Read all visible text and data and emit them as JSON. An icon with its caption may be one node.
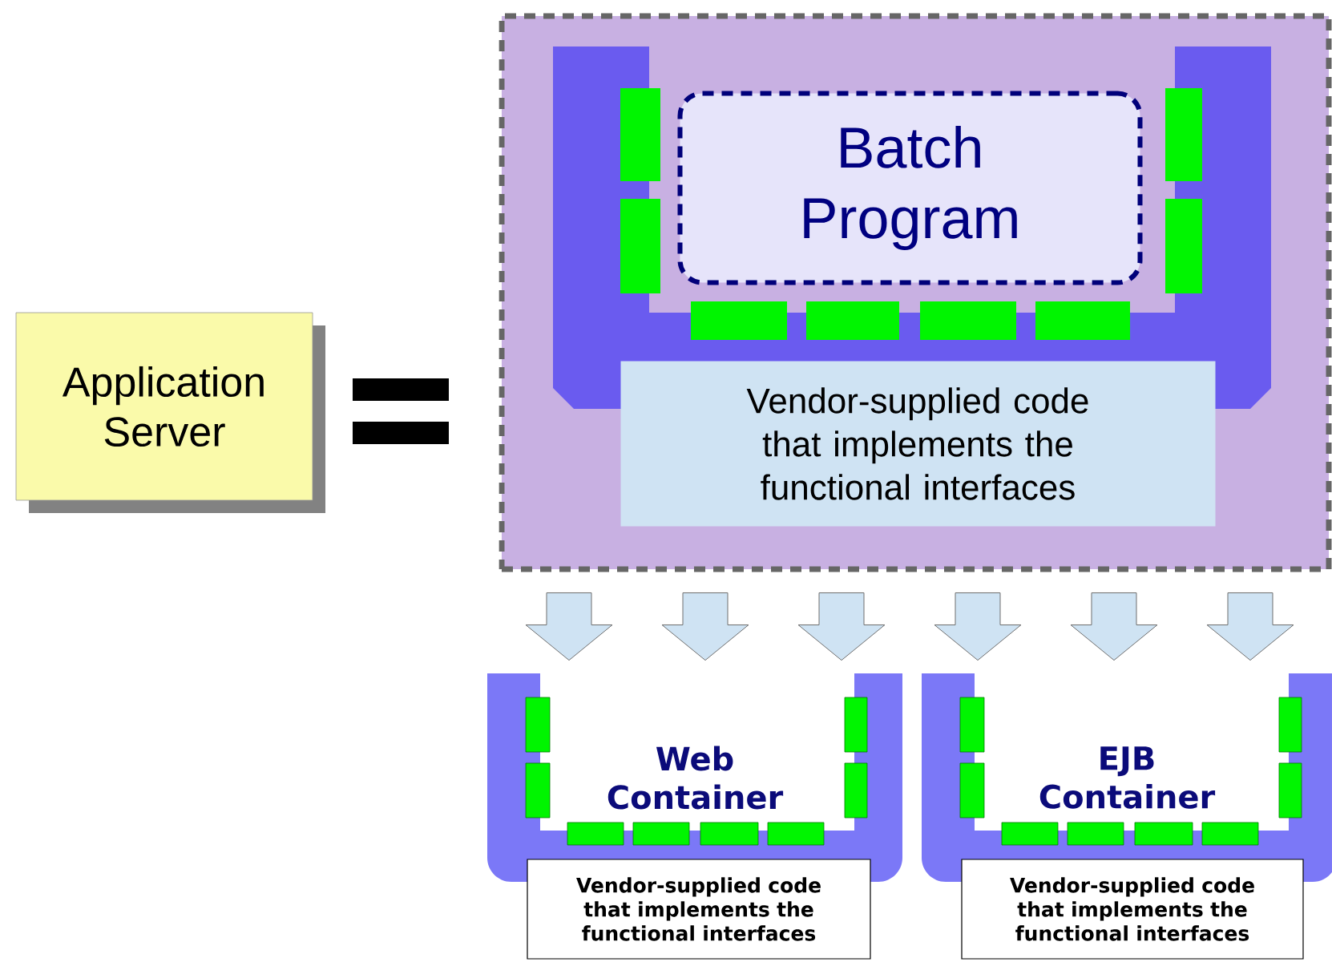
{
  "diagram": {
    "nodes": [
      {
        "text": [
          "Application Server"
        ]
      },
      {
        "text": [],
        "shape": "box"
      },
      {
        "text": [
          "Batch Program"
        ],
        "in": 1
      },
      {
        "text": [
          "Vendor-supplied code that implements the functional interfaces"
        ],
        "in": 1
      },
      {
        "text": [
          "Web Container"
        ]
      },
      {
        "text": [
          "Vendor-supplied code that implements the functional interfaces"
        ]
      },
      {
        "text": [
          "EJB Container"
        ]
      },
      {
        "text": [
          "Vendor-supplied code that implements the functional interfaces"
        ]
      }
    ],
    "edges": [
      {
        "from": 1,
        "to": 4,
        "arrow": "to"
      },
      {
        "from": 1,
        "to": 4,
        "arrow": "to"
      },
      {
        "from": 1,
        "to": 4,
        "arrow": "to"
      },
      {
        "from": 1,
        "to": 6,
        "arrow": "to"
      },
      {
        "from": 1,
        "to": 6,
        "arrow": "to"
      },
      {
        "from": 1,
        "to": 6,
        "arrow": "to"
      }
    ]
  }
}
